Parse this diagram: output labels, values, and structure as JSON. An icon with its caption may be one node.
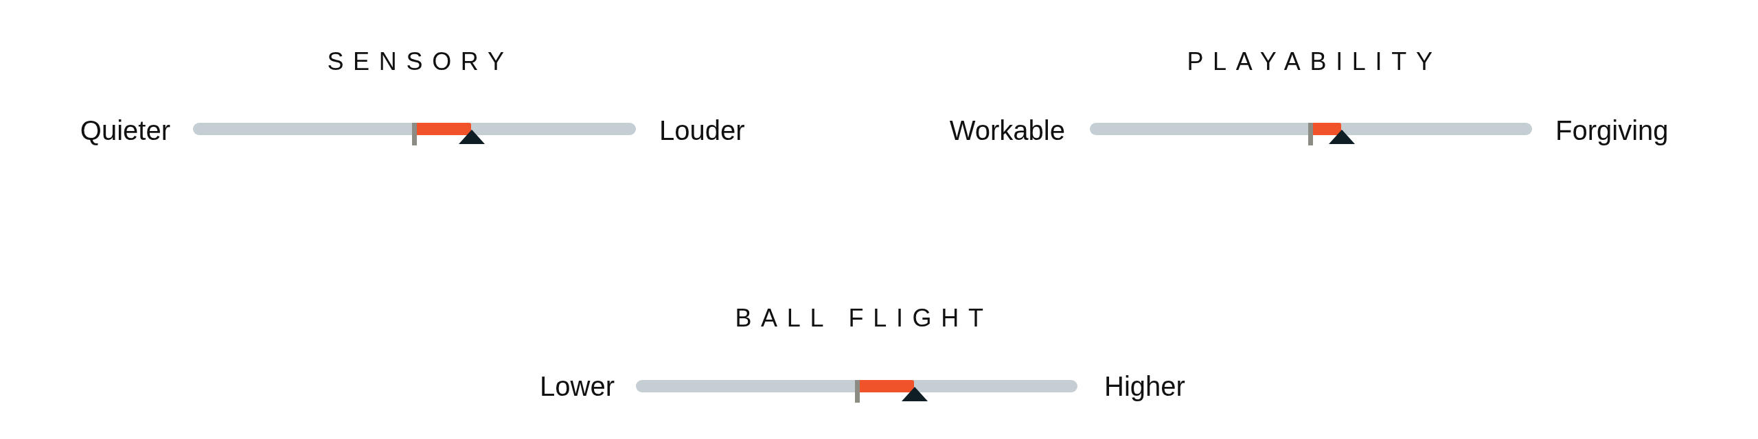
{
  "diagram": {
    "labels": [
      "SENSORY",
      "PLAYABILITY",
      "Quieter",
      "Louder",
      "Workable",
      "Forgiving",
      "BALL FLIGHT",
      "Lower",
      "Higher"
    ]
  }
}
